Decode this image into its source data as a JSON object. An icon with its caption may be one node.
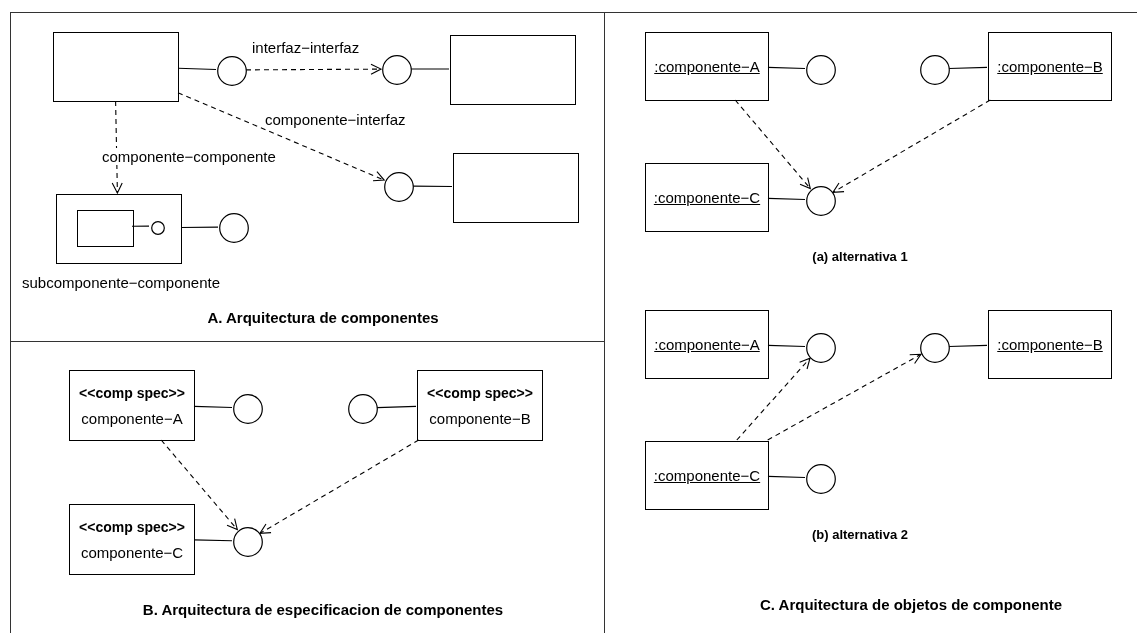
{
  "diagram": {
    "nodes": [
      {
        "text": [
          "A. Arquitectura de componentes"
        ]
      },
      {
        "text": [],
        "shape": "box",
        "in": 0
      },
      {
        "text": [],
        "shape": "circle",
        "in": 0
      },
      {
        "text": [],
        "shape": "circle",
        "in": 0
      },
      {
        "text": [],
        "shape": "box",
        "in": 0
      },
      {
        "text": [],
        "shape": "circle",
        "in": 0
      },
      {
        "text": [],
        "shape": "box",
        "in": 0
      },
      {
        "text": [],
        "shape": "box",
        "in": 0,
        "beside": [
          "subcomponente−componente"
        ]
      },
      {
        "text": [],
        "shape": "box",
        "in": 7
      },
      {
        "text": [],
        "shape": "circle",
        "in": 7
      },
      {
        "text": [],
        "shape": "circle",
        "in": 0
      },
      {
        "text": [
          "B. Arquitectura de especificacion de componentes"
        ]
      },
      {
        "text": [
          "<<comp spec>>",
          "componente−A"
        ],
        "in": 11
      },
      {
        "text": [],
        "shape": "circle",
        "in": 11
      },
      {
        "text": [],
        "shape": "circle",
        "in": 11
      },
      {
        "text": [
          "<<comp spec>>",
          "componente−B"
        ],
        "in": 11
      },
      {
        "text": [
          "<<comp spec>>",
          "componente−C"
        ],
        "in": 11
      },
      {
        "text": [],
        "shape": "circle",
        "in": 11
      },
      {
        "text": [
          "C. Arquitectura de objetos de componente"
        ]
      },
      {
        "text": [
          ":componente−A"
        ],
        "in": 18
      },
      {
        "text": [],
        "shape": "circle",
        "in": 18
      },
      {
        "text": [],
        "shape": "circle",
        "in": 18
      },
      {
        "text": [
          ":componente−B"
        ],
        "in": 18
      },
      {
        "text": [
          ":componente−C"
        ],
        "in": 18
      },
      {
        "text": [],
        "shape": "circle",
        "in": 18
      },
      {
        "text": [
          ":componente−A"
        ],
        "in": 18
      },
      {
        "text": [],
        "shape": "circle",
        "in": 18
      },
      {
        "text": [],
        "shape": "circle",
        "in": 18
      },
      {
        "text": [
          ":componente−B"
        ],
        "in": 18
      },
      {
        "text": [
          ":componente−C"
        ],
        "in": 18
      },
      {
        "text": [],
        "shape": "circle",
        "in": 18
      }
    ],
    "edges": [
      {
        "from": 1,
        "to": 2,
        "arrow": "none"
      },
      {
        "from": 2,
        "to": 3,
        "arrow": "to",
        "style": "dashed",
        "label": "interfaz−interfaz"
      },
      {
        "from": 3,
        "to": 4,
        "arrow": "none"
      },
      {
        "from": 1,
        "to": 5,
        "arrow": "to",
        "style": "dashed",
        "label": "componente−interfaz"
      },
      {
        "from": 5,
        "to": 6,
        "arrow": "none"
      },
      {
        "from": 1,
        "to": 7,
        "arrow": "to",
        "style": "dashed",
        "label": "componente−componente"
      },
      {
        "from": 8,
        "to": 9,
        "arrow": "none"
      },
      {
        "from": 7,
        "to": 10,
        "arrow": "none"
      },
      {
        "from": 12,
        "to": 13,
        "arrow": "none"
      },
      {
        "from": 14,
        "to": 15,
        "arrow": "none"
      },
      {
        "from": 16,
        "to": 17,
        "arrow": "none"
      },
      {
        "from": 12,
        "to": 17,
        "arrow": "to",
        "style": "dashed"
      },
      {
        "from": 15,
        "to": 17,
        "arrow": "to",
        "style": "dashed"
      },
      {
        "from": 19,
        "to": 20,
        "arrow": "none"
      },
      {
        "from": 21,
        "to": 22,
        "arrow": "none"
      },
      {
        "from": 23,
        "to": 24,
        "arrow": "none"
      },
      {
        "from": 19,
        "to": 24,
        "arrow": "to",
        "style": "dashed"
      },
      {
        "from": 22,
        "to": 24,
        "arrow": "to",
        "style": "dashed"
      },
      {
        "from": 25,
        "to": 26,
        "arrow": "none"
      },
      {
        "from": 27,
        "to": 28,
        "arrow": "none"
      },
      {
        "from": 29,
        "to": 30,
        "arrow": "none"
      },
      {
        "from": 29,
        "to": 26,
        "arrow": "to",
        "style": "dashed"
      },
      {
        "from": 29,
        "to": 27,
        "arrow": "to",
        "style": "dashed"
      }
    ],
    "labels": [
      "(a) alternativa 1",
      "(b) alternativa 2"
    ]
  }
}
